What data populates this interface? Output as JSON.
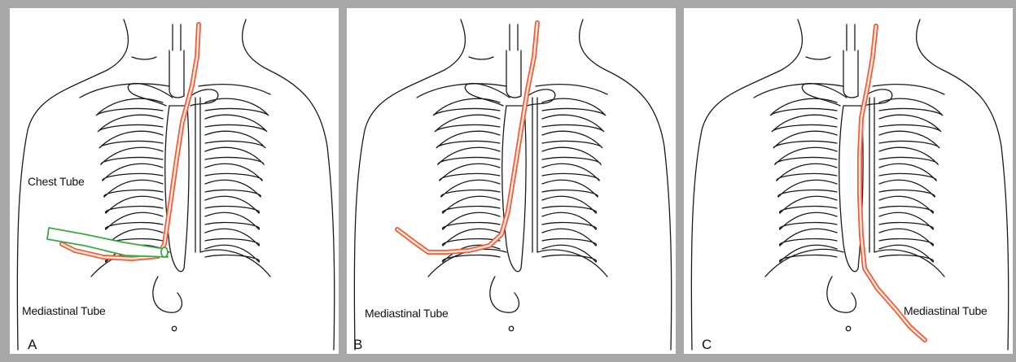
{
  "colors": {
    "background": "#a8a8a8",
    "panel": "#ffffff",
    "outline": "#1a1a1a",
    "tube_outline": "#e8603c",
    "tube_fill": "#fde3d8",
    "chest_tube": "#39a845"
  },
  "panels": [
    {
      "letter": "A",
      "labels": {
        "chest_tube": "Chest Tube",
        "mediastinal_tube": "Mediastinal Tube"
      }
    },
    {
      "letter": "B",
      "labels": {
        "mediastinal_tube": "Mediastinal Tube"
      }
    },
    {
      "letter": "C",
      "labels": {
        "mediastinal_tube": "Mediastinal Tube"
      }
    }
  ]
}
